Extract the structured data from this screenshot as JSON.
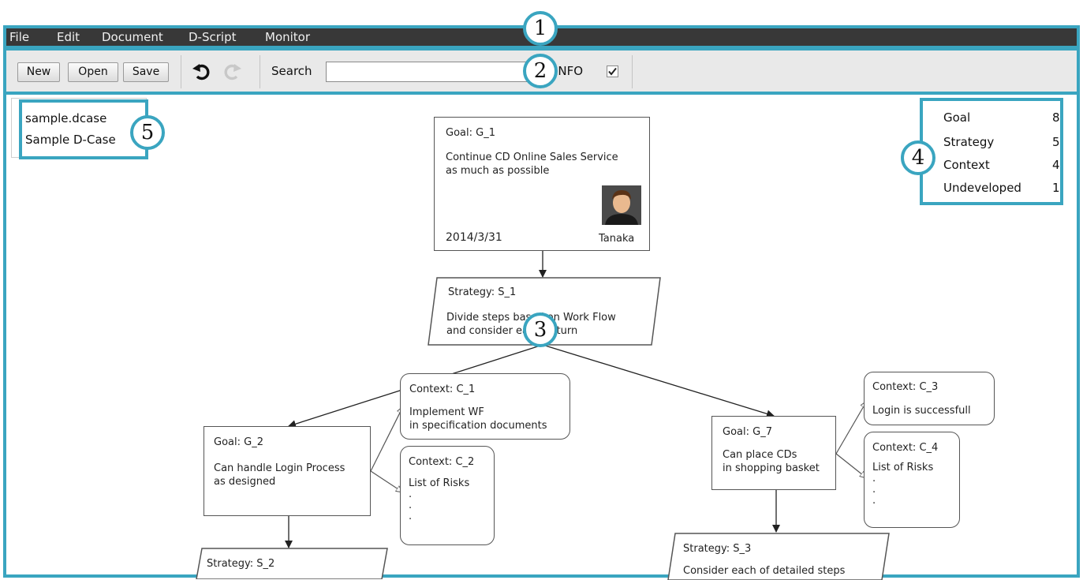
{
  "menu": {
    "items": [
      "File",
      "Edit",
      "Document",
      "D-Script",
      "Monitor"
    ]
  },
  "toolbar": {
    "new_label": "New",
    "open_label": "Open",
    "save_label": "Save",
    "search_label": "Search",
    "search_value": "",
    "info_label": "INFO",
    "info_checked": true
  },
  "file_panel": {
    "filename": "sample.dcase",
    "title": "Sample D-Case"
  },
  "stats": [
    {
      "label": "Goal",
      "count": "8"
    },
    {
      "label": "Strategy",
      "count": "5"
    },
    {
      "label": "Context",
      "count": "4"
    },
    {
      "label": "Undeveloped",
      "count": "1"
    }
  ],
  "nodes": {
    "G_1": {
      "title": "Goal: G_1",
      "desc": "Continue CD Online Sales Service\nas much as possible",
      "date": "2014/3/31",
      "owner": "Tanaka"
    },
    "S_1": {
      "title": "Strategy: S_1",
      "desc": "Divide steps based on Work Flow\nand consider each in turn"
    },
    "C_1": {
      "title": "Context: C_1",
      "desc": "Implement WF\nin specification documents"
    },
    "G_2": {
      "title": "Goal: G_2",
      "desc": "Can handle Login Process\nas designed"
    },
    "C_2": {
      "title": "Context: C_2",
      "desc": "List of Risks\n.\n.\n."
    },
    "G_7": {
      "title": "Goal: G_7",
      "desc": "Can place CDs\nin shopping basket"
    },
    "C_3": {
      "title": "Context: C_3",
      "desc": "Login is successfull"
    },
    "C_4": {
      "title": "Context: C_4",
      "desc": "List of Risks\n.\n.\n."
    },
    "S_2": {
      "title": "Strategy: S_2",
      "desc": ""
    },
    "S_3": {
      "title": "Strategy: S_3",
      "desc": "Consider each of detailed steps"
    }
  },
  "callouts": [
    "1",
    "2",
    "3",
    "4",
    "5"
  ],
  "colors": {
    "accent": "#3aa5c0",
    "menubar": "#383838",
    "toolbar": "#e9e9e9"
  }
}
